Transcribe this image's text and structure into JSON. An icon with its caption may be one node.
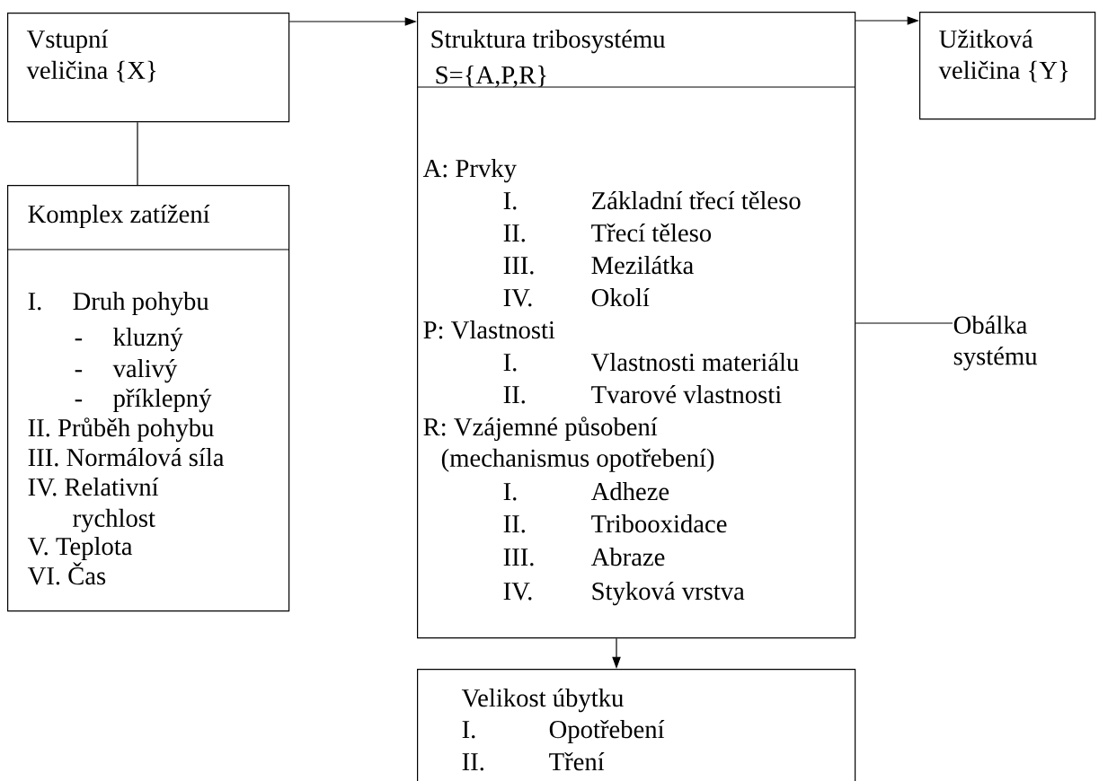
{
  "diagram": {
    "nodes": [
      {
        "text": [
          "Vstupní veličina {X}"
        ]
      },
      {
        "text": [
          "Struktura tribosystému",
          "S={A,P,R}",
          "A: Prvky",
          "I.",
          "Základní třecí těleso",
          "II.",
          "Třecí těleso",
          "III.",
          "Mezilátka",
          "IV.",
          "Okolí",
          "P: Vlastnosti",
          "I.",
          "Vlastnosti materiálu",
          "II.",
          "Tvarové vlastnosti",
          "R: Vzájemné působení (mechanismus opotřebení)",
          "I.",
          "Adheze",
          "II.",
          "Tribooxidace",
          "III.",
          "Abraze",
          "IV.",
          "Styková vrstva"
        ]
      },
      {
        "text": [
          "Užitková veličina {Y}"
        ]
      },
      {
        "text": [
          "Komplex zatížení",
          "I.",
          "Druh pohybu",
          "-",
          "kluzný",
          "-",
          "valivý",
          "-",
          "příklepný",
          "II. Průběh pohybu",
          "III. Normálová síla",
          "IV. Relativní rychlost",
          "V. Teplota",
          "VI. Čas"
        ]
      },
      {
        "text": [
          "Velikost úbytku",
          "I.",
          "Opotřebení",
          "II.",
          "Tření"
        ]
      },
      {
        "text": [
          "Obálka systému"
        ]
      }
    ],
    "edges": [
      {
        "from": 0,
        "to": 1,
        "arrow": "to"
      },
      {
        "from": 1,
        "to": 2,
        "arrow": "to"
      },
      {
        "from": 0,
        "to": 3,
        "arrow": "none"
      },
      {
        "from": 1,
        "to": 4,
        "arrow": "to"
      },
      {
        "from": 5,
        "to": 1,
        "arrow": "none"
      }
    ]
  }
}
